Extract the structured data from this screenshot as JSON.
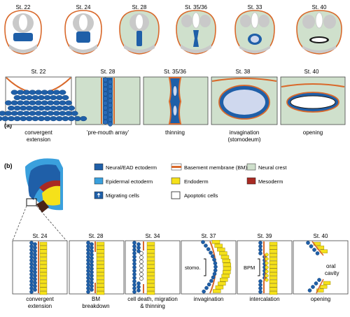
{
  "panel_a": {
    "label": "(a)",
    "top_row_stages": [
      "St. 22",
      "St. 24",
      "St. 28",
      "St. 35/36",
      "St. 33",
      "St. 40"
    ],
    "detail_stages": [
      "St. 22",
      "St. 28",
      "St. 35/36",
      "St. 38",
      "St. 40"
    ],
    "detail_captions": [
      [
        "convergent",
        "extension"
      ],
      [
        "'pre-mouth array'"
      ],
      [
        "thinning"
      ],
      [
        "invagination",
        "(stomodeum)"
      ],
      [
        "opening"
      ]
    ]
  },
  "panel_b": {
    "label": "(b)",
    "legend": [
      {
        "label": "Neural/EAD ectoderm",
        "icon": "neural-swatch",
        "color": "#1f5fa8"
      },
      {
        "label": "Basement membrane (BM)",
        "icon": "bm-swatch",
        "color": "#d9692b"
      },
      {
        "label": "Neural crest",
        "icon": "crest-swatch",
        "color": "#cfe0cc"
      },
      {
        "label": "Epidermal ectoderm",
        "icon": "epidermal-swatch",
        "color": "#3aa0dd"
      },
      {
        "label": "Endoderm",
        "icon": "endoderm-swatch",
        "color": "#f5e11a"
      },
      {
        "label": "Mesoderm",
        "icon": "mesoderm-swatch",
        "color": "#a82a23"
      },
      {
        "label": "Migrating cells",
        "icon": "arrow-up-icon",
        "color": "#1f5fa8"
      },
      {
        "label": "Apoptotic cells",
        "icon": "apoptotic-swatch",
        "color": "#ffffff"
      }
    ],
    "stages": [
      "St. 24",
      "St. 28",
      "St. 34",
      "St. 37",
      "St. 39",
      "St. 40"
    ],
    "captions": [
      [
        "convergent",
        "extension"
      ],
      [
        "BM",
        "breakdown"
      ],
      [
        "cell death, migration",
        "& thinning"
      ],
      [
        "invagination"
      ],
      [
        "intercalation"
      ],
      [
        "opening"
      ]
    ],
    "inner_labels": {
      "stomo": "stomo.",
      "bpm": "BPM",
      "oral": "oral",
      "cavity": "cavity"
    }
  },
  "colors": {
    "neural": "#1f5fa8",
    "epidermal": "#3aa0dd",
    "bm": "#d9692b",
    "endoderm": "#f5e11a",
    "crest": "#cfe0cc",
    "mesoderm": "#a82a23",
    "head_grey": "#c9c9c9"
  }
}
